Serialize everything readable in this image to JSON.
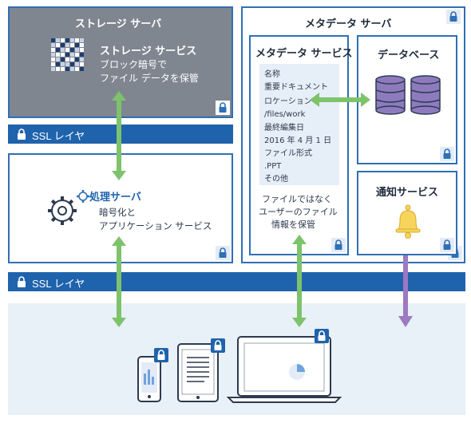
{
  "storage_server": {
    "title": "ストレージ サーバ",
    "service_title": "ストレージ サービス",
    "desc_line1": "ブロック暗号で",
    "desc_line2": "ファイル データを保管"
  },
  "ssl_layer_label": "SSL レイヤ",
  "processing_server": {
    "title": "処理サーバ",
    "desc_line1": "暗号化と",
    "desc_line2": "アプリケーション サービス"
  },
  "metadata_server": {
    "title": "メタデータ サーバ",
    "service_title": "メタデータ サービス",
    "list": [
      "名称",
      "重要ドキュメント",
      "ロケーション",
      "/files/work",
      "最終編集日",
      "2016 年 4 月 1 日",
      "ファイル形式",
      ".PPT",
      "その他"
    ],
    "note_line1": "ファイルではなく",
    "note_line2": "ユーザーのファイル",
    "note_line3": "情報を保管"
  },
  "database": {
    "title": "データベース"
  },
  "notification_service": {
    "title": "通知サービス"
  },
  "colors": {
    "frame": "#2f6fb6",
    "ssl_bar": "#1f63ad",
    "storage_bg": "#7f8690",
    "bottom_bg": "#e8f0f8",
    "green_arrow": "#7dc36b",
    "purple_arrow": "#9c79c2",
    "bell": "#f7d55a"
  }
}
